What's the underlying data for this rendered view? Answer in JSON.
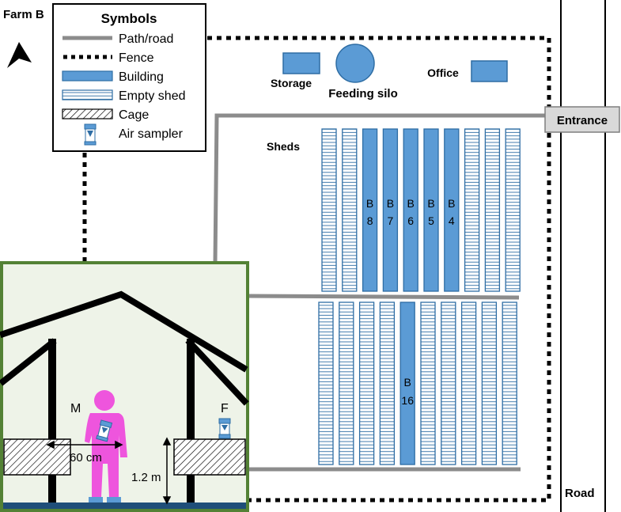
{
  "farm": {
    "name": "Farm B"
  },
  "legend": {
    "title": "Symbols",
    "items": [
      {
        "key": "path",
        "label": "Path/road"
      },
      {
        "key": "fence",
        "label": "Fence"
      },
      {
        "key": "building",
        "label": "Building"
      },
      {
        "key": "empty_shed",
        "label": "Empty shed"
      },
      {
        "key": "cage",
        "label": "Cage"
      },
      {
        "key": "air_sampler",
        "label": "Air sampler"
      }
    ]
  },
  "labels": {
    "storage": "Storage",
    "feeding_silo": "Feeding silo",
    "office": "Office",
    "entrance": "Entrance",
    "sheds": "Sheds",
    "road": "Road"
  },
  "sheds_top_row": [
    {
      "type": "empty",
      "label": ""
    },
    {
      "type": "empty",
      "label": ""
    },
    {
      "type": "building",
      "label_top": "B",
      "label_bottom": "8"
    },
    {
      "type": "building",
      "label_top": "B",
      "label_bottom": "7"
    },
    {
      "type": "building",
      "label_top": "B",
      "label_bottom": "6"
    },
    {
      "type": "building",
      "label_top": "B",
      "label_bottom": "5"
    },
    {
      "type": "building",
      "label_top": "B",
      "label_bottom": "4"
    },
    {
      "type": "empty",
      "label": ""
    },
    {
      "type": "empty",
      "label": ""
    },
    {
      "type": "empty",
      "label": ""
    }
  ],
  "sheds_bottom_row": [
    {
      "type": "empty"
    },
    {
      "type": "empty"
    },
    {
      "type": "empty"
    },
    {
      "type": "empty"
    },
    {
      "type": "building",
      "label_top": "B",
      "label_bottom": "16"
    },
    {
      "type": "empty"
    },
    {
      "type": "empty"
    },
    {
      "type": "empty"
    },
    {
      "type": "empty"
    },
    {
      "type": "empty"
    }
  ],
  "inset": {
    "person_label": "M",
    "fixed_label": "F",
    "distance_label": "60 cm",
    "height_label": "1.2 m"
  },
  "colors": {
    "building_fill": "#5b9bd5",
    "building_stroke": "#2e6da4",
    "road_gray": "#8c8c8c",
    "inset_border": "#538135",
    "inset_bg": "#eef3e8",
    "person": "#ee55dd",
    "floor": "#1f4e79",
    "entrance_fill": "#d9d9d9"
  }
}
